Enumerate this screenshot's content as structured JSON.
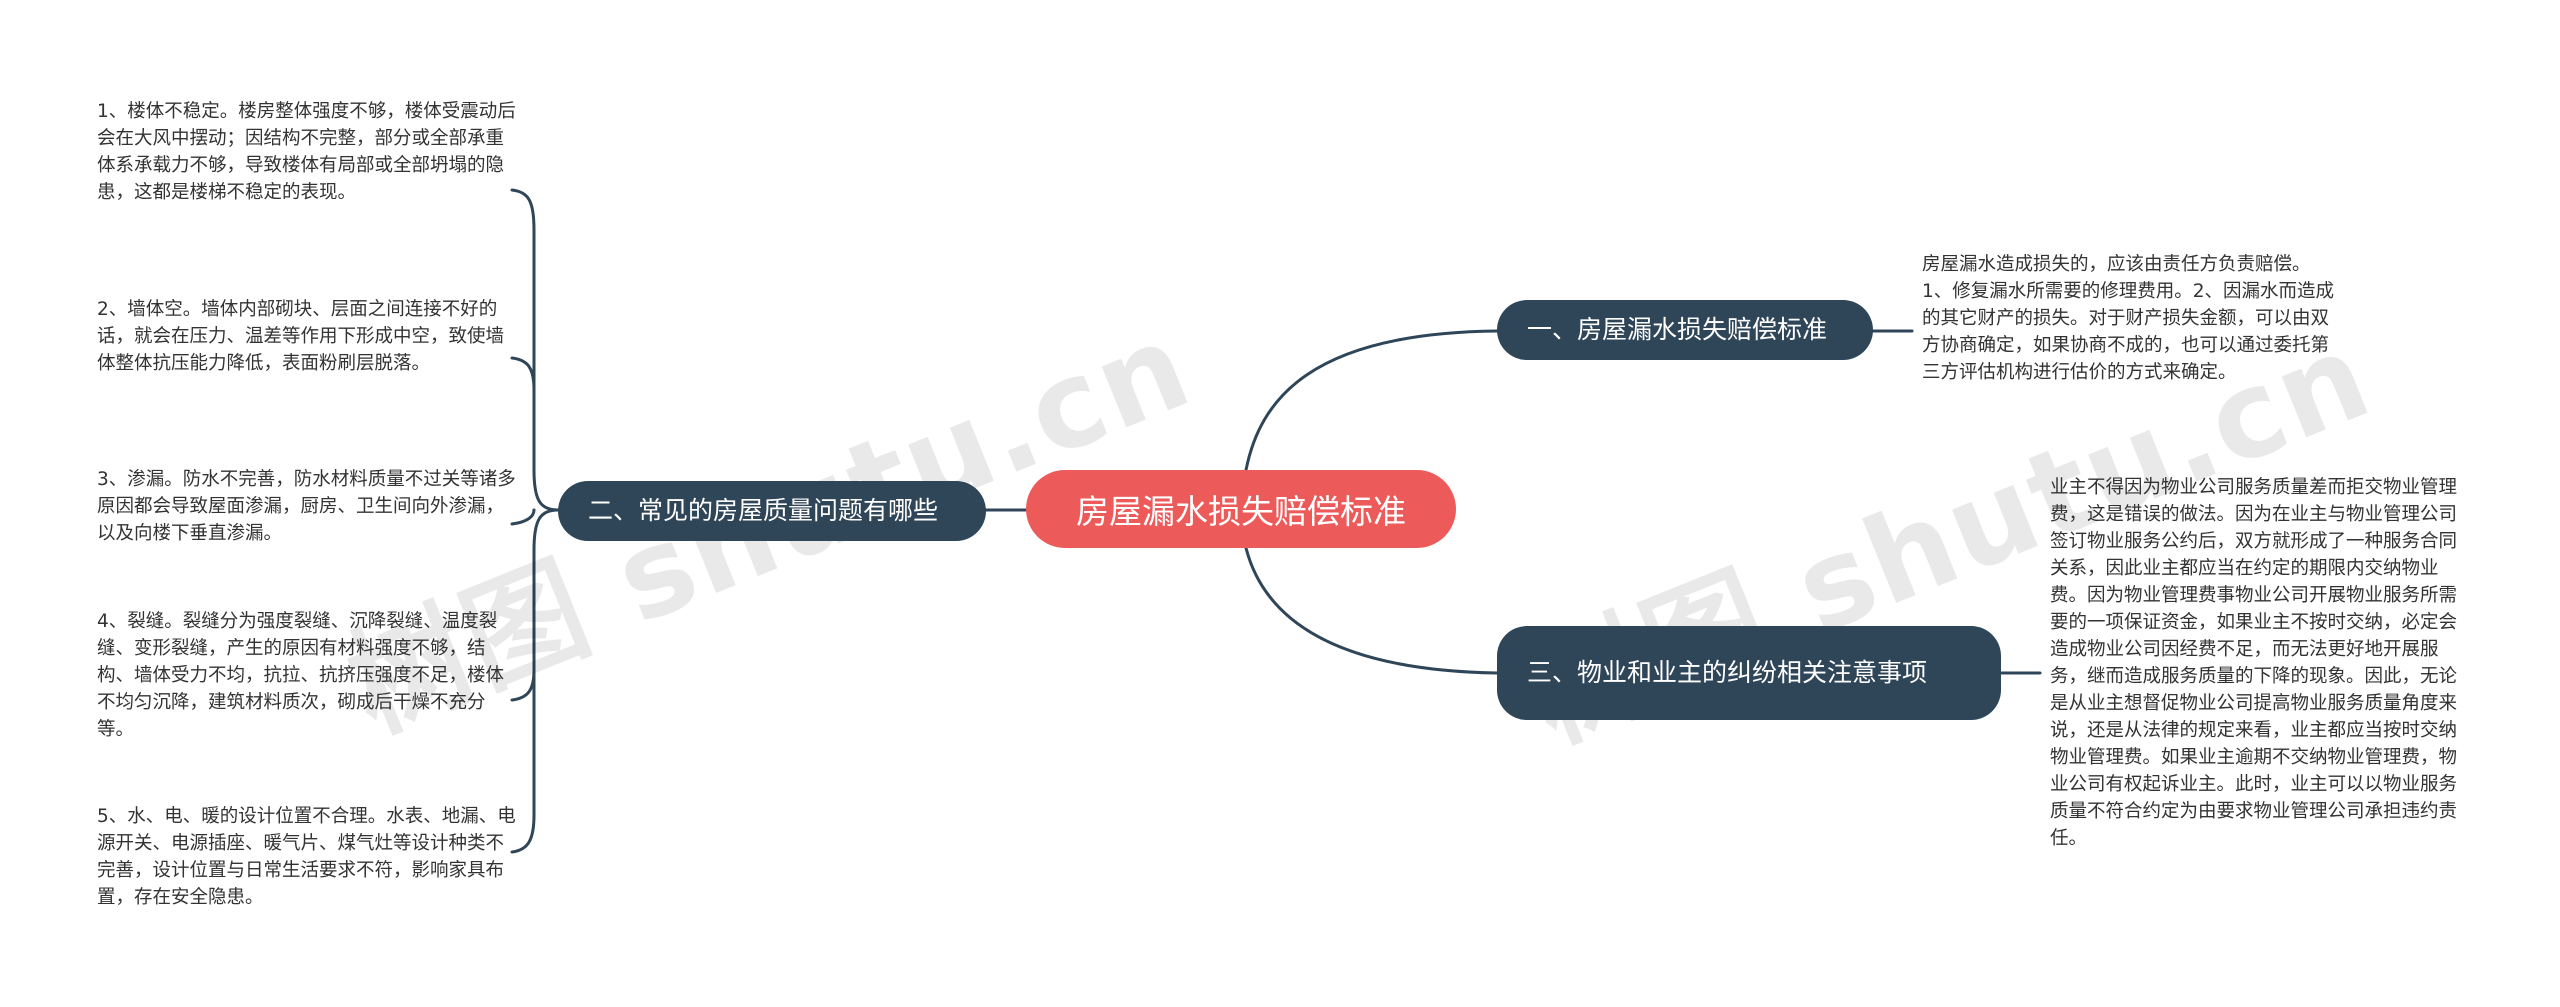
{
  "watermark": "树图 shutu.cn",
  "root": {
    "label": "房屋漏水损失赔偿标准"
  },
  "branches": [
    {
      "label": "一、房屋漏水损失赔偿标准",
      "leaf": "房屋漏水造成损失的，应该由责任方负责赔偿。1、修复漏水所需要的修理费用。2、因漏水而造成的其它财产的损失。对于财产损失金额，可以由双方协商确定，如果协商不成的，也可以通过委托第三方评估机构进行估价的方式来确定。"
    },
    {
      "label": "二、常见的房屋质量问题有哪些",
      "leaves": [
        "1、楼体不稳定。楼房整体强度不够，楼体受震动后会在大风中摆动；因结构不完整，部分或全部承重体系承载力不够，导致楼体有局部或全部坍塌的隐患，这都是楼梯不稳定的表现。",
        "2、墙体空。墙体内部砌块、层面之间连接不好的话，就会在压力、温差等作用下形成中空，致使墙体整体抗压能力降低，表面粉刷层脱落。",
        "3、渗漏。防水不完善，防水材料质量不过关等诸多原因都会导致屋面渗漏，厨房、卫生间向外渗漏，以及向楼下垂直渗漏。",
        "4、裂缝。裂缝分为强度裂缝、沉降裂缝、温度裂缝、变形裂缝，产生的原因有材料强度不够，结构、墙体受力不均，抗拉、抗挤压强度不足，楼体不均匀沉降，建筑材料质次，砌成后干燥不充分等。",
        "5、水、电、暖的设计位置不合理。水表、地漏、电源开关、电源插座、暖气片、煤气灶等设计种类不完善，设计位置与日常生活要求不符，影响家具布置，存在安全隐患。"
      ]
    },
    {
      "label": "三、物业和业主的纠纷相关注意事项",
      "leaf": "业主不得因为物业公司服务质量差而拒交物业管理费，这是错误的做法。因为在业主与物业管理公司签订物业服务公约后，双方就形成了一种服务合同关系，因此业主都应当在约定的期限内交纳物业费。因为物业管理费事物业公司开展物业服务所需要的一项保证资金，如果业主不按时交纳，必定会造成物业公司因经费不足，而无法更好地开展服务，继而造成服务质量的下降的现象。因此，无论是从业主想督促物业公司提高物业服务质量角度来说，还是从法律的规定来看，业主都应当按时交纳物业管理费。如果业主逾期不交纳物业管理费，物业公司有权起诉业主。此时，业主可以以物业服务质量不符合约定为由要求物业管理公司承担违约责任。"
    }
  ],
  "colors": {
    "root": "#ec5a5a",
    "branch": "#2f4558",
    "connector": "#2f4558",
    "leaf_text": "#333333"
  }
}
